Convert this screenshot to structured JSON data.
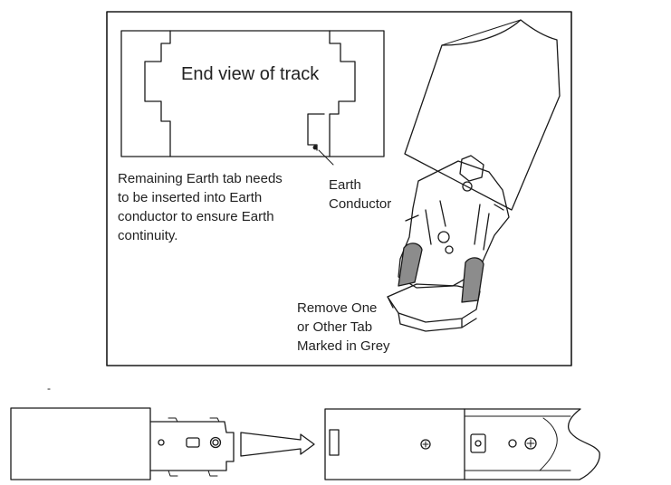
{
  "labels": {
    "end_view_title": "End view of track",
    "earth_conductor": "Earth\nConductor",
    "remaining_earth_tab_note": "Remaining Earth tab needs\nto be inserted into Earth\nconductor to ensure Earth\ncontinuity.",
    "remove_tab_note": "Remove One\nor Other Tab\nMarked in Grey",
    "stray_mark": "-"
  },
  "colors": {
    "line": "#1a1a1a",
    "grey_tab": "#8c8c8c",
    "background": "#ffffff"
  },
  "icons": {
    "screw": "cross-screw-icon",
    "rivet": "rivet-icon",
    "arrow": "insertion-arrow-icon"
  }
}
